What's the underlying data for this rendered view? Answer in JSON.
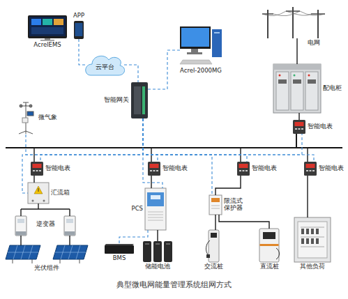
{
  "diagram": {
    "caption": "典型微电网能量管理系统组网方式",
    "nodes": [
      {
        "text": [
          "AcrelEMS"
        ]
      },
      {
        "text": [
          "APP"
        ]
      },
      {
        "text": [
          "云平台"
        ]
      },
      {
        "text": [
          "Acrel-2000MG"
        ]
      },
      {
        "text": [
          "电网"
        ]
      },
      {
        "text": [
          "智能网关"
        ]
      },
      {
        "text": [
          "配电柜"
        ]
      },
      {
        "text": [
          "微气象"
        ]
      },
      {
        "text": [
          "智能电表"
        ]
      },
      {
        "text": [
          "智能电表"
        ]
      },
      {
        "text": [
          "智能电表"
        ]
      },
      {
        "text": [
          "智能电表"
        ]
      },
      {
        "text": [
          "智能电表"
        ]
      },
      {
        "text": [
          "汇流箱"
        ]
      },
      {
        "text": [
          "PCS"
        ]
      },
      {
        "text": [
          "限流式 保护器"
        ]
      },
      {
        "text": [
          "逆变器"
        ]
      },
      {
        "text": [
          "BMS"
        ]
      },
      {
        "text": [
          "储能电池"
        ]
      },
      {
        "text": [
          "交流桩"
        ]
      },
      {
        "text": [
          "直流桩"
        ]
      },
      {
        "text": [
          "其他负荷"
        ]
      },
      {
        "text": [
          "光伏组件"
        ]
      }
    ],
    "edges": [
      {
        "from": 2,
        "to": 1,
        "arrow": "none"
      },
      {
        "from": 2,
        "to": 5,
        "arrow": "none"
      },
      {
        "from": 5,
        "to": 3,
        "arrow": "none"
      },
      {
        "from": 4,
        "to": 6,
        "arrow": "none"
      },
      {
        "from": 6,
        "to": 8,
        "arrow": "none"
      },
      {
        "from": 8,
        "to": 9,
        "arrow": "none"
      },
      {
        "from": 8,
        "to": 10,
        "arrow": "none"
      },
      {
        "from": 8,
        "to": 11,
        "arrow": "none"
      },
      {
        "from": 8,
        "to": 12,
        "arrow": "none"
      },
      {
        "from": 9,
        "to": 13,
        "arrow": "none"
      },
      {
        "from": 13,
        "to": 16,
        "arrow": "none"
      },
      {
        "from": 16,
        "to": 22,
        "arrow": "none"
      },
      {
        "from": 10,
        "to": 14,
        "arrow": "none"
      },
      {
        "from": 14,
        "to": 17,
        "arrow": "none"
      },
      {
        "from": 14,
        "to": 18,
        "arrow": "none"
      },
      {
        "from": 11,
        "to": 15,
        "arrow": "none"
      },
      {
        "from": 15,
        "to": 19,
        "arrow": "none"
      },
      {
        "from": 15,
        "to": 20,
        "arrow": "none"
      },
      {
        "from": 12,
        "to": 21,
        "arrow": "none"
      },
      {
        "from": 5,
        "to": 7,
        "arrow": "none"
      },
      {
        "from": 5,
        "to": 8,
        "arrow": "none"
      },
      {
        "from": 5,
        "to": 9,
        "arrow": "none"
      },
      {
        "from": 5,
        "to": 10,
        "arrow": "none"
      },
      {
        "from": 5,
        "to": 11,
        "arrow": "none"
      },
      {
        "from": 5,
        "to": 12,
        "arrow": "none"
      },
      {
        "from": 5,
        "to": 13,
        "arrow": "none"
      },
      {
        "from": 5,
        "to": 14,
        "arrow": "none"
      },
      {
        "from": 5,
        "to": 15,
        "arrow": "none"
      }
    ]
  }
}
